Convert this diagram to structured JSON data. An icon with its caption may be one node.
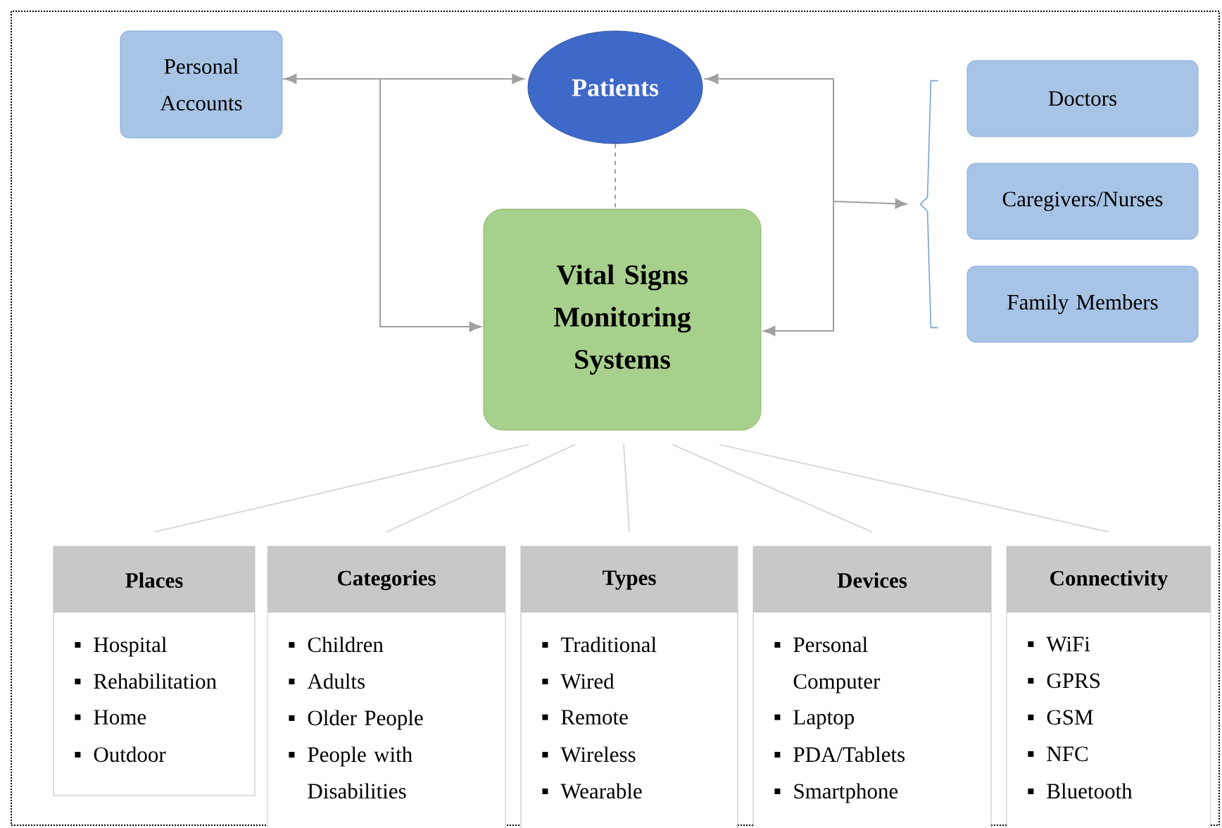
{
  "diagram": {
    "nodes": [
      {
        "text": [
          "Personal Accounts"
        ]
      },
      {
        "text": [
          "Patients"
        ]
      },
      {
        "text": [],
        "shape": "bracket"
      },
      {
        "text": [
          "Doctors"
        ]
      },
      {
        "text": [
          "Caregivers/Nurses"
        ]
      },
      {
        "text": [
          "Family Members"
        ]
      },
      {
        "text": [
          "Vital Signs Monitoring Systems"
        ]
      },
      {
        "text": [
          "Places",
          "Hospital",
          "Rehabilitation",
          "Home",
          "Outdoor"
        ]
      },
      {
        "text": [
          "Categories",
          "Children",
          "Adults",
          "Older People",
          "People with Disabilities"
        ]
      },
      {
        "text": [
          "Types",
          "Traditional",
          "Wired",
          "Remote",
          "Wireless",
          "Wearable"
        ]
      },
      {
        "text": [
          "Devices",
          "Personal Computer",
          "Laptop",
          "PDA/Tablets",
          "Smartphone"
        ]
      },
      {
        "text": [
          "Connectivity",
          "WiFi",
          "GPRS",
          "GSM",
          "NFC",
          "Bluetooth"
        ]
      }
    ],
    "edges": [
      {
        "from": 0,
        "to": 1,
        "arrow": "both"
      },
      {
        "from": 0,
        "to": 6,
        "arrow": "to"
      },
      {
        "from": 1,
        "to": 6,
        "arrow": "both"
      },
      {
        "from": 1,
        "to": 2,
        "arrow": "to"
      },
      {
        "from": 1,
        "to": 6,
        "arrow": "none",
        "style": "dashed"
      },
      {
        "from": 6,
        "to": 7,
        "arrow": "none",
        "color": "#d9d9d9"
      },
      {
        "from": 6,
        "to": 8,
        "arrow": "none",
        "color": "#d9d9d9"
      },
      {
        "from": 6,
        "to": 9,
        "arrow": "none",
        "color": "#d9d9d9"
      },
      {
        "from": 6,
        "to": 10,
        "arrow": "none",
        "color": "#d9d9d9"
      },
      {
        "from": 6,
        "to": 11,
        "arrow": "none",
        "color": "#d9d9d9"
      }
    ]
  }
}
